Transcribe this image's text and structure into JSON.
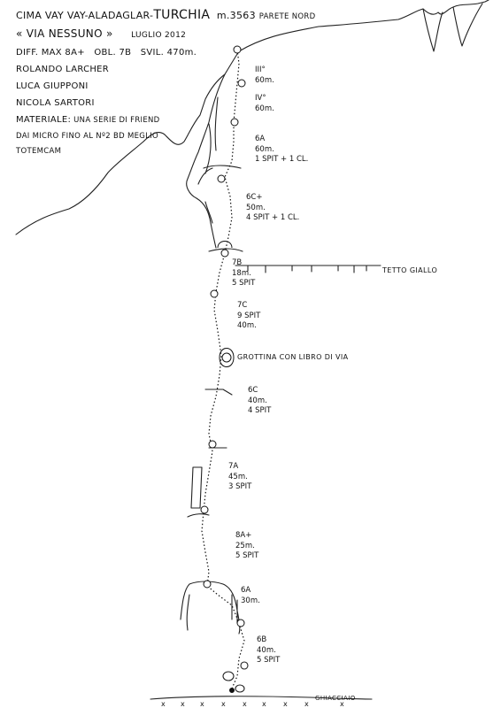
{
  "header": {
    "title_prefix": "CIMA VAY VAY-ALADAGLAR-",
    "title_country": "TURCHIA",
    "altitude": "m.3563",
    "face": "PARETE NORD",
    "route_name": "« VIA NESSUNO »",
    "date": "LUGLIO 2012",
    "difficulty_max": "DIFF. MAX 8A+",
    "mandatory": "OBL. 7B",
    "length": "SVIL. 470m.",
    "climbers": [
      "ROLANDO LARCHER",
      "LUCA GIUPPONI",
      "NICOLA SARTORI"
    ],
    "material_label": "MATERIALE:",
    "material_lines": [
      "UNA SERIE DI FRIEND",
      "DAI MICRO FINO AL Nº2 BD MEGLIO",
      "TOTEMCAM"
    ]
  },
  "pitches": [
    {
      "id": "p1",
      "lines": [
        "III°",
        "60m."
      ]
    },
    {
      "id": "p2",
      "lines": [
        "IV°",
        "60m."
      ]
    },
    {
      "id": "p3",
      "lines": [
        "6A",
        "60m.",
        "1 SPIT + 1 CL."
      ]
    },
    {
      "id": "p4",
      "lines": [
        "6C+",
        "50m.",
        "4 SPIT + 1 CL."
      ]
    },
    {
      "id": "p5",
      "lines": [
        "7B",
        "18m.",
        "5 SPIT"
      ]
    },
    {
      "id": "p6",
      "lines": [
        "7C",
        "9 SPIT",
        "40m."
      ]
    },
    {
      "id": "p7",
      "lines": [
        "6C",
        "40m.",
        "4 SPIT"
      ]
    },
    {
      "id": "p8",
      "lines": [
        "7A",
        "45m.",
        "3 SPIT"
      ]
    },
    {
      "id": "p9",
      "lines": [
        "8A+",
        "25m.",
        "5 SPIT"
      ]
    },
    {
      "id": "p10",
      "lines": [
        "6A",
        "30m."
      ]
    },
    {
      "id": "p11",
      "lines": [
        "6B",
        "40m.",
        "5 SPIT"
      ]
    }
  ],
  "annotations": {
    "roof": "TETTO GIALLO",
    "cave": "GROTTINA CON LIBRO DI VIA",
    "glacier": "GHIACCIAIO"
  }
}
